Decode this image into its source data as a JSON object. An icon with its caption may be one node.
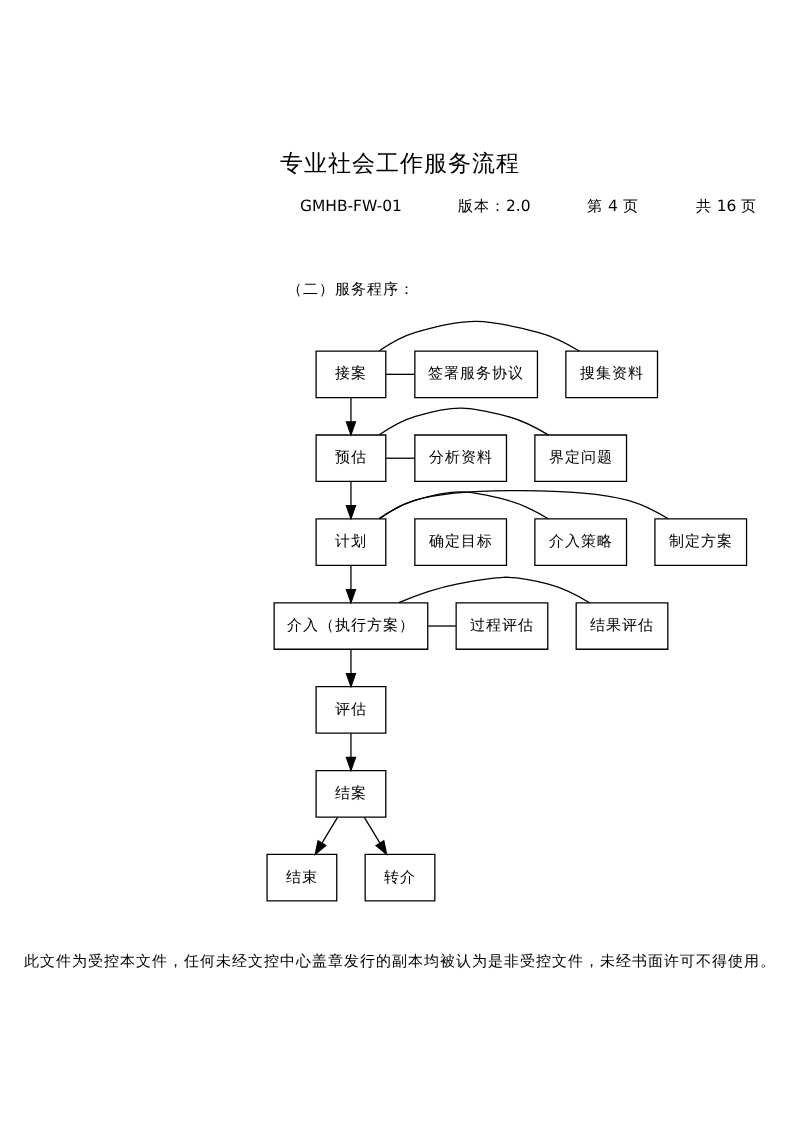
{
  "diagram": {
    "title": "专业社会工作服务流程",
    "nodes": [
      {
        "text": [
          "接案"
        ]
      },
      {
        "text": [
          "签署服务协议"
        ]
      },
      {
        "text": [
          "搜集资料"
        ]
      },
      {
        "text": [
          "预估"
        ]
      },
      {
        "text": [
          "分析资料"
        ]
      },
      {
        "text": [
          "界定问题"
        ]
      },
      {
        "text": [
          "确定目标"
        ]
      },
      {
        "text": [
          "计划"
        ]
      },
      {
        "text": [
          "介入策略"
        ]
      },
      {
        "text": [
          "制定方案"
        ]
      },
      {
        "text": [
          "介入（执行方案）"
        ]
      },
      {
        "text": [
          "过程评估"
        ]
      },
      {
        "text": [
          "结果评估"
        ]
      },
      {
        "text": [
          "评估"
        ]
      },
      {
        "text": [
          "结案"
        ]
      },
      {
        "text": [
          "结束"
        ]
      },
      {
        "text": [
          "转介"
        ]
      }
    ],
    "edges": [
      {
        "from": 0,
        "to": 1,
        "arrow": "none"
      },
      {
        "from": 0,
        "to": 2,
        "arrow": "none"
      },
      {
        "from": 0,
        "to": 3,
        "arrow": "to"
      },
      {
        "from": 3,
        "to": 4,
        "arrow": "none"
      },
      {
        "from": 3,
        "to": 5,
        "arrow": "none"
      },
      {
        "from": 3,
        "to": 7,
        "arrow": "to"
      },
      {
        "from": 7,
        "to": 8,
        "arrow": "none"
      },
      {
        "from": 7,
        "to": 9,
        "arrow": "none"
      },
      {
        "from": 7,
        "to": 10,
        "arrow": "to"
      },
      {
        "from": 10,
        "to": 11,
        "arrow": "none"
      },
      {
        "from": 10,
        "to": 12,
        "arrow": "none"
      },
      {
        "from": 10,
        "to": 13,
        "arrow": "to"
      },
      {
        "from": 13,
        "to": 14,
        "arrow": "to"
      },
      {
        "from": 14,
        "to": 15,
        "arrow": "to"
      },
      {
        "from": 14,
        "to": 16,
        "arrow": "to"
      }
    ],
    "labels": [
      "GMHB-FW-01",
      "版本：2.0",
      "第 4 页",
      "共 16 页",
      "（二）服务程序：",
      "此文件为受控本文件，任何未经文控中心盖章发行的副本均被认为是非受控文件，未经书面许可不得使用。"
    ]
  }
}
